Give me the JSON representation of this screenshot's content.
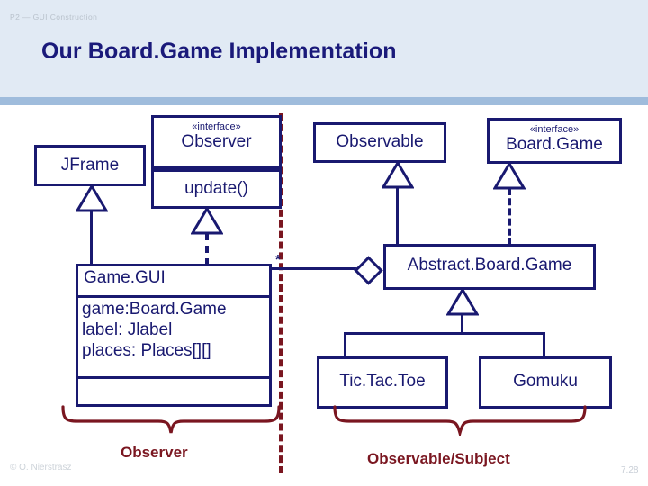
{
  "header": {
    "kicker": "P2 — GUI Construction",
    "title": "Our Board.Game Implementation",
    "band_color": "#e1eaf4",
    "accent_color": "#9fbcdc",
    "title_color": "#1a1a7a"
  },
  "theme": {
    "uml_stroke": "#191970",
    "annotation_color": "#7a1620",
    "background": "#ffffff"
  },
  "diagram": {
    "classes": {
      "jframe": {
        "name": "JFrame"
      },
      "observer": {
        "stereotype": "«interface»",
        "name": "Observer",
        "operations": [
          "update()"
        ]
      },
      "observable": {
        "name": "Observable"
      },
      "boardgame": {
        "stereotype": "«interface»",
        "name": "Board.Game"
      },
      "gamegui": {
        "name": "Game.GUI",
        "attributes": [
          "game:Board.Game",
          "label: Jlabel",
          "places: Places[][]"
        ],
        "operations": []
      },
      "abstractboardgame": {
        "name": "Abstract.Board.Game"
      },
      "tictactoe": {
        "name": "Tic.Tac.Toe"
      },
      "gomuku": {
        "name": "Gomuku"
      }
    },
    "association": {
      "multiplicity": "*",
      "from": "Game.GUI",
      "to": "Abstract.Board.Game",
      "kind": "aggregation"
    },
    "role_labels": {
      "left": "Observer",
      "right": "Observable/Subject"
    }
  },
  "footer": {
    "copyright": "© O. Nierstrasz",
    "page": "7.28"
  }
}
